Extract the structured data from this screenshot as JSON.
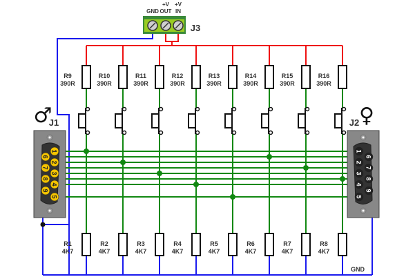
{
  "diagram": {
    "colors": {
      "vcc": "#ee1111",
      "signal": "#118811",
      "gnd": "#1a1aee",
      "connector_body": "#888888",
      "pin_male": "#f5c400",
      "pin_female": "#222222",
      "terminal": "#99cc22"
    },
    "terminal_block": {
      "ref": "J3",
      "pins": [
        {
          "label_top": "",
          "label": "GND"
        },
        {
          "label_top": "+V",
          "label": "OUT"
        },
        {
          "label_top": "+V",
          "label": "IN"
        }
      ]
    },
    "pullup_resistors": [
      {
        "ref": "R9",
        "value": "390R"
      },
      {
        "ref": "R10",
        "value": "390R"
      },
      {
        "ref": "R11",
        "value": "390R"
      },
      {
        "ref": "R12",
        "value": "390R"
      },
      {
        "ref": "R13",
        "value": "390R"
      },
      {
        "ref": "R14",
        "value": "390R"
      },
      {
        "ref": "R15",
        "value": "390R"
      },
      {
        "ref": "R16",
        "value": "390R"
      }
    ],
    "pulldown_resistors": [
      {
        "ref": "R1",
        "value": "4K7"
      },
      {
        "ref": "R2",
        "value": "4K7"
      },
      {
        "ref": "R3",
        "value": "4K7"
      },
      {
        "ref": "R4",
        "value": "4K7"
      },
      {
        "ref": "R5",
        "value": "4K7"
      },
      {
        "ref": "R6",
        "value": "4K7"
      },
      {
        "ref": "R7",
        "value": "4K7"
      },
      {
        "ref": "R8",
        "value": "4K7"
      }
    ],
    "j1": {
      "ref": "J1",
      "gender": "male",
      "symbol": "♂",
      "pins_top": [
        "1",
        "2",
        "3",
        "4",
        "5"
      ],
      "pins_bottom": [
        "6",
        "7",
        "8",
        "9"
      ]
    },
    "j2": {
      "ref": "J2",
      "gender": "female",
      "symbol": "♀",
      "pins_top": [
        "1",
        "2",
        "3",
        "4",
        "5"
      ],
      "pins_bottom": [
        "6",
        "7",
        "8",
        "9"
      ]
    },
    "bus_pin_order": [
      "1",
      "6",
      "2",
      "7",
      "3",
      "8",
      "4",
      "5"
    ],
    "switch_to_pin": [
      "1",
      "2",
      "3",
      "4",
      "5",
      "6",
      "7",
      "8"
    ],
    "gnd_label": "GND"
  }
}
